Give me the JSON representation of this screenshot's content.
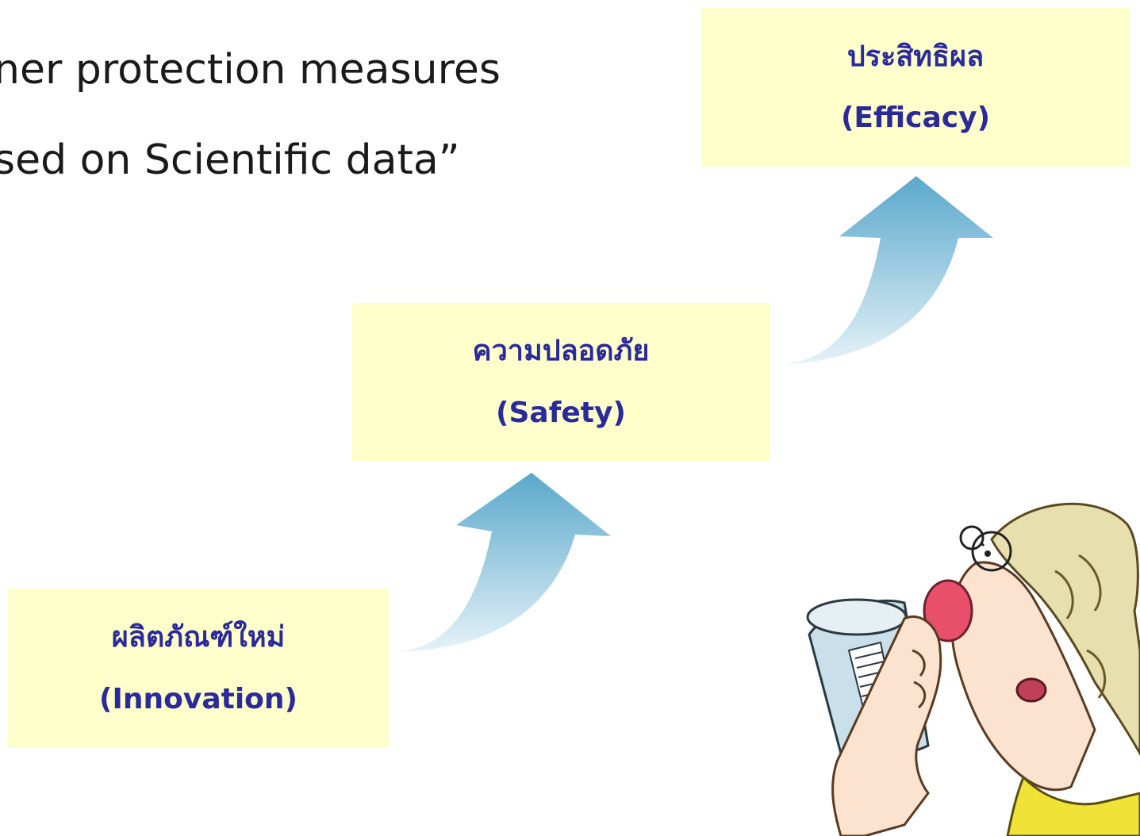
{
  "title": {
    "line1": "ner protection measures",
    "line2": "sed on Scientific data”"
  },
  "steps": [
    {
      "thai": "ผลิตภัณฑ์ใหม่",
      "english": "(Innovation)"
    },
    {
      "thai": "ความปลอดภัย",
      "english": "(Safety)"
    },
    {
      "thai": "ประสิทธิผล",
      "english": "(Efficacy)"
    }
  ],
  "colors": {
    "box_fill": "#ffffcc",
    "box_text": "#2a2a9a",
    "arrow_top": "#5aa8cc",
    "arrow_bottom": "#e6f2f8"
  }
}
